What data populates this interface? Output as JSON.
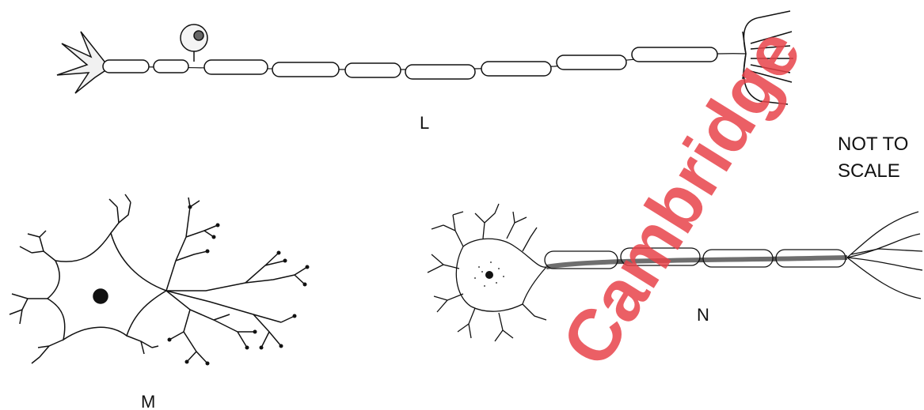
{
  "labels": {
    "neuron_l": "L",
    "neuron_m": "M",
    "neuron_n": "N",
    "scale_note_line1": "NOT TO",
    "scale_note_line2": "SCALE"
  },
  "watermark": {
    "text": "Cambridge",
    "color": "#e8434a"
  },
  "colors": {
    "ink": "#111111",
    "myelin_fill": "#ffffff",
    "axon_dark": "#555555"
  }
}
